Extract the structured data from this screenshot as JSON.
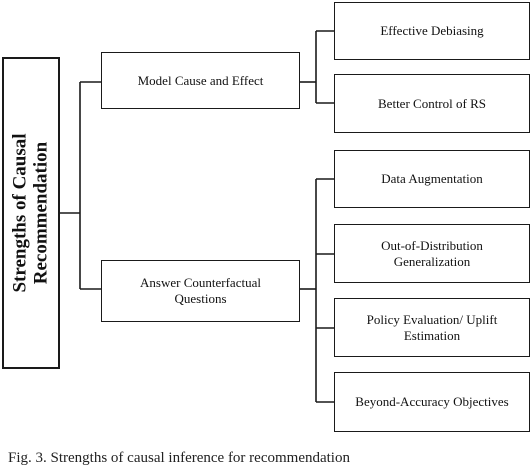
{
  "root": {
    "line1": "Strengths of Causal",
    "line2": "Recommendation"
  },
  "branches": [
    {
      "label": "Model Cause and Effect",
      "children": [
        "Effective Debiasing",
        "Better Control of RS"
      ]
    },
    {
      "label": "Answer Counterfactual Questions",
      "children": [
        "Data Augmentation",
        "Out-of-Distribution Generalization",
        "Policy Evaluation/ Uplift Estimation",
        "Beyond-Accuracy Objectives"
      ]
    }
  ],
  "caption": "Fig. 3. Strengths of causal inference for recommendation"
}
